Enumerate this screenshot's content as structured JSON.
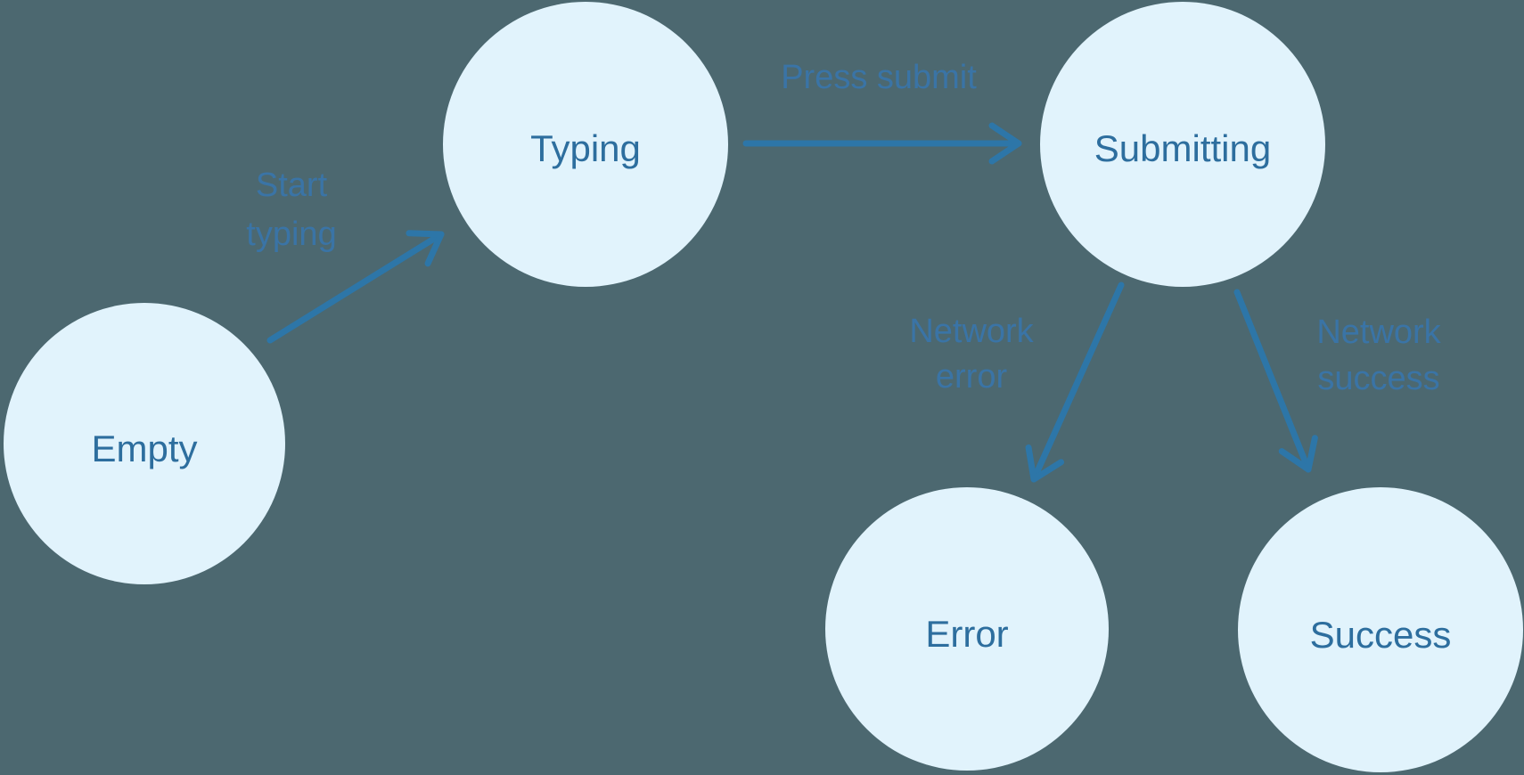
{
  "title": "Form submission state machine diagram",
  "colors": {
    "background": "#4C6870",
    "node-fill": "#E1F3FC",
    "node-text": "#2D6E9E",
    "edge-label": "#3A74A6",
    "arrow": "#2D76A8"
  },
  "nodes": [
    {
      "id": "empty",
      "label": "Empty"
    },
    {
      "id": "typing",
      "label": "Typing"
    },
    {
      "id": "submitting",
      "label": "Submitting"
    },
    {
      "id": "error",
      "label": "Error"
    },
    {
      "id": "success",
      "label": "Success"
    }
  ],
  "edges": [
    {
      "id": "start-typing",
      "from": "Empty",
      "to": "Typing",
      "label_lines": [
        "Start",
        "typing"
      ]
    },
    {
      "id": "press-submit",
      "from": "Typing",
      "to": "Submitting",
      "label_lines": [
        "Press submit"
      ]
    },
    {
      "id": "network-error",
      "from": "Submitting",
      "to": "Error",
      "label_lines": [
        "Network",
        "error"
      ]
    },
    {
      "id": "network-success",
      "from": "Submitting",
      "to": "Success",
      "label_lines": [
        "Network",
        "success"
      ]
    }
  ]
}
